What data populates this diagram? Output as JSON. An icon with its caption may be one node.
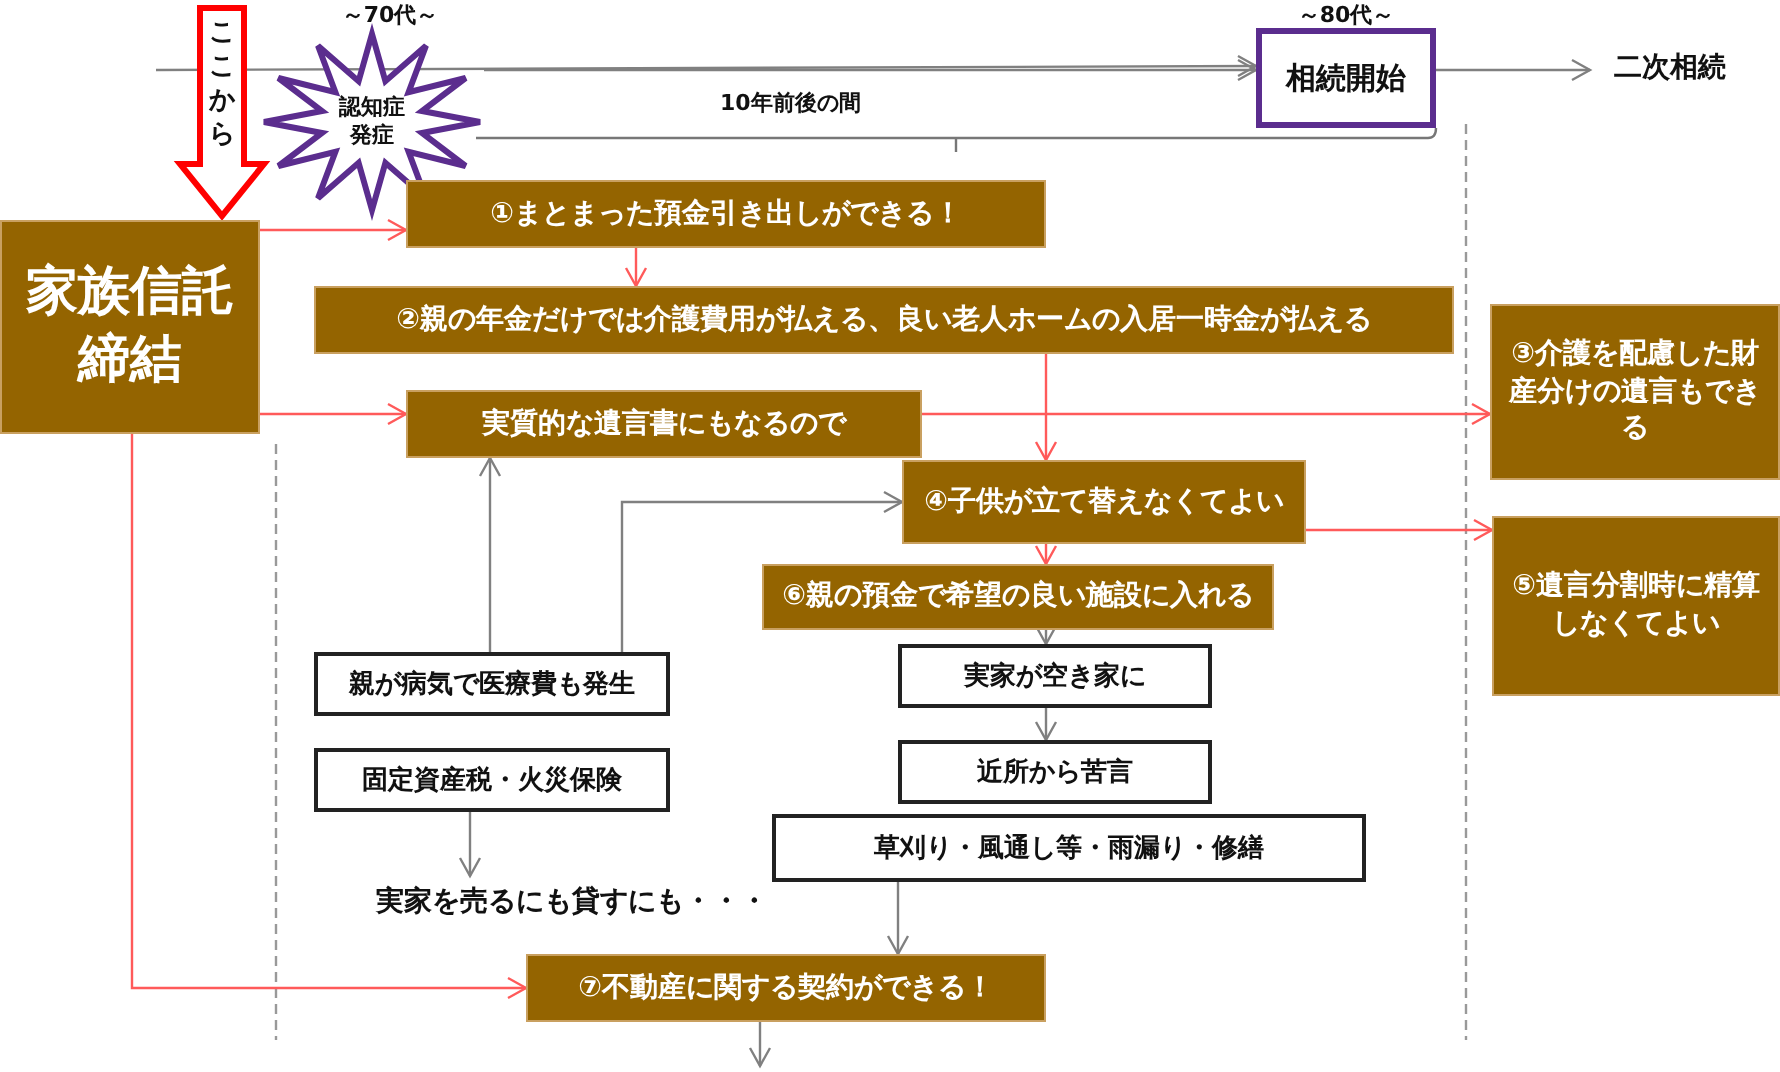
{
  "diagram": {
    "nodes": [
      {
        "text": [
          "認知症発症"
        ],
        "beside": [
          "～70代～"
        ]
      },
      {
        "text": [
          "相続開始"
        ],
        "beside": [
          "～80代～"
        ]
      },
      {
        "text": [
          "二次相続"
        ]
      },
      {
        "text": [
          "家族信託締結"
        ]
      },
      {
        "text": [
          "①まとまった預金引き出しができる！"
        ]
      },
      {
        "text": [
          "②親の年金だけでは介護費用が払える、良い老人ホームの入居一時金が払える"
        ]
      },
      {
        "text": [
          "実質的な遺言書にもなるので"
        ]
      },
      {
        "text": [
          "③介護を配慮した財産分けの遺言もできる"
        ]
      },
      {
        "text": [
          "④子供が立て替えなくてよい"
        ]
      },
      {
        "text": [
          "⑤遺言分割時に精算しなくてよい"
        ]
      },
      {
        "text": [
          "⑥親の預金で希望の良い施設に入れる"
        ]
      },
      {
        "text": [
          "親が病気で医療費も発生"
        ]
      },
      {
        "text": [
          "実家が空き家に"
        ]
      },
      {
        "text": [
          "固定資産税・火災保険"
        ]
      },
      {
        "text": [
          "近所から苦言"
        ]
      },
      {
        "text": [
          "草刈り・風通し等・雨漏り・修繕"
        ]
      },
      {
        "text": [
          "実家を売るにも貸すにも・・・"
        ]
      },
      {
        "text": [
          "⑦不動産に関する契約ができる！"
        ]
      }
    ],
    "edges": [
      {
        "from": null,
        "to": 1,
        "arrow": "to"
      },
      {
        "from": 0,
        "to": 1,
        "arrow": "to"
      },
      {
        "from": 1,
        "to": 2,
        "arrow": "to"
      },
      {
        "from": 3,
        "to": 4,
        "arrow": "to",
        "color": "#ff5a5a"
      },
      {
        "from": 4,
        "to": 5,
        "arrow": "to",
        "color": "#ff5a5a"
      },
      {
        "from": 3,
        "to": 6,
        "arrow": "to",
        "color": "#ff5a5a"
      },
      {
        "from": 6,
        "to": 7,
        "arrow": "to",
        "color": "#ff5a5a"
      },
      {
        "from": 5,
        "to": 8,
        "arrow": "to",
        "color": "#ff5a5a"
      },
      {
        "from": 8,
        "to": 9,
        "arrow": "to",
        "color": "#ff5a5a"
      },
      {
        "from": 8,
        "to": 10,
        "arrow": "to",
        "color": "#ff5a5a"
      },
      {
        "from": 11,
        "to": 6,
        "arrow": "to"
      },
      {
        "from": 11,
        "to": 8,
        "arrow": "to"
      },
      {
        "from": 10,
        "to": 12,
        "arrow": "to"
      },
      {
        "from": 12,
        "to": 14,
        "arrow": "to"
      },
      {
        "from": 15,
        "to": 17,
        "arrow": "to"
      },
      {
        "from": 13,
        "to": 16,
        "arrow": "to"
      },
      {
        "from": 3,
        "to": 17,
        "arrow": "to",
        "color": "#ff5a5a"
      },
      {
        "from": 17,
        "to": null,
        "arrow": "to"
      },
      {
        "from": null,
        "to": 3,
        "arrow": "to",
        "label": "ここから",
        "style": "thick",
        "color": "#ff0000"
      }
    ],
    "labels": [
      "10年前後の間"
    ]
  }
}
